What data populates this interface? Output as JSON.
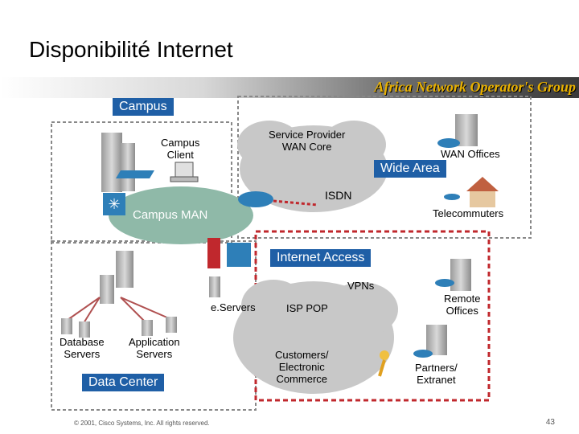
{
  "title": "Disponibilité Internet",
  "brand": "Africa Network Operator's Group",
  "labels": {
    "campus": "Campus",
    "campus_client": "Campus\nClient",
    "service_provider": "Service Provider\nWAN Core",
    "wan_offices": "WAN Offices",
    "wide_area": "Wide Area",
    "isdn": "ISDN",
    "telecommuters": "Telecommuters",
    "campus_man": "Campus MAN",
    "internet_access": "Internet Access",
    "vpns": "VPNs",
    "eservers": "e.Servers",
    "isp_pop": "ISP POP",
    "remote_offices": "Remote\nOffices",
    "database_servers": "Database\nServers",
    "application_servers": "Application\nServers",
    "data_center": "Data Center",
    "customers": "Customers/\nElectronic\nCommerce",
    "partners": "Partners/\nExtranet"
  },
  "footer": "© 2001, Cisco Systems, Inc. All rights reserved.",
  "page_number": "43",
  "colors": {
    "accent_blue": "#1f5fa6",
    "dashed_red": "#c0282d",
    "dashed_gray": "#888888",
    "cloud_gray": "#c8c8c8",
    "man_green": "#8fb9a8",
    "brand_gold": "#e8b000"
  }
}
